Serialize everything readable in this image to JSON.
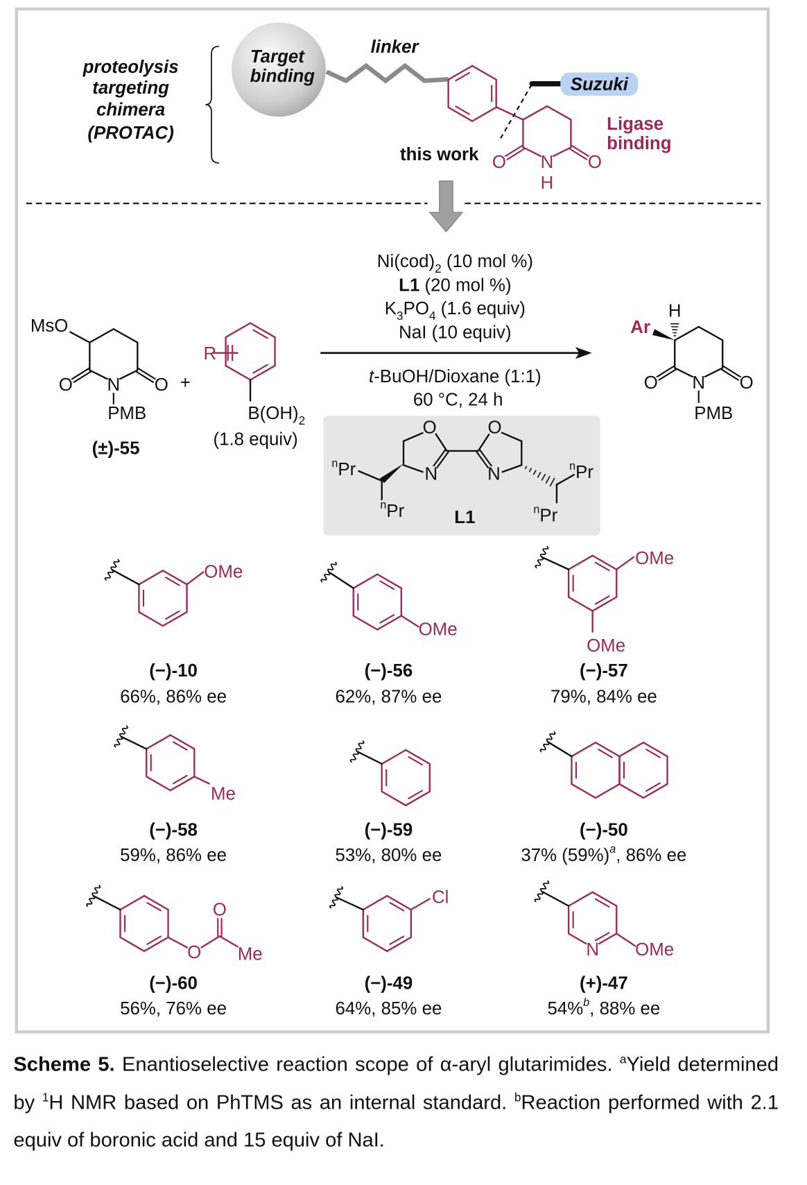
{
  "header": {
    "protac_lines": [
      "proteolysis",
      "targeting",
      "chimera",
      "(PROTAC)"
    ],
    "target_binding": [
      "Target",
      "binding"
    ],
    "linker": "linker",
    "suzuki": "Suzuki",
    "ligase_binding": [
      "Ligase",
      "binding"
    ],
    "this_work": "this work",
    "atoms": {
      "O": "O",
      "N": "N",
      "H": "H"
    }
  },
  "reaction": {
    "reactant_leaving": "MsO",
    "pmb": "PMB",
    "reactant_label": "(±)-55",
    "plus": "+",
    "r_group": "R",
    "boronic": "B(OH)",
    "boronic_sub": "2",
    "boronic_equiv": "(1.8 equiv)",
    "conditions": {
      "line1": {
        "a": "Ni(cod)",
        "sub": "2",
        "b": " (10 mol %)"
      },
      "line2": {
        "bold": "L1",
        "b": " (20 mol %)"
      },
      "line3": {
        "a": "K",
        "sub1": "3",
        "b": "PO",
        "sub2": "4",
        "c": " (1.6 equiv)"
      },
      "line4": "NaI (10 equiv)",
      "solvent": {
        "italic": "t",
        "b": "-BuOH/Dioxane (1:1)"
      },
      "temp_time": "60 °C, 24 h"
    },
    "ligand": {
      "O": "O",
      "N": "N",
      "n": "n",
      "Pr": "Pr",
      "label": "L1"
    },
    "product": {
      "ar": "Ar",
      "h": "H"
    }
  },
  "compounds": [
    {
      "id": "(−)-10",
      "yield": "66%, 86% ee",
      "subs": [
        "OMe"
      ]
    },
    {
      "id": "(−)-56",
      "yield": "62%, 87% ee",
      "subs": [
        "OMe"
      ]
    },
    {
      "id": "(−)-57",
      "yield": "79%, 84% ee",
      "subs": [
        "OMe",
        "OMe"
      ]
    },
    {
      "id": "(−)-58",
      "yield": "59%, 86% ee",
      "subs": [
        "Me"
      ]
    },
    {
      "id": "(−)-59",
      "yield": "53%, 80% ee",
      "subs": []
    },
    {
      "id": "(−)-50",
      "yield_pre": "37% (59%)",
      "yield_sup": "a",
      "yield_post": ", 86% ee",
      "subs": []
    },
    {
      "id": "(−)-60",
      "yield": "56%, 76% ee",
      "subs": [
        "O",
        "O",
        "Me"
      ]
    },
    {
      "id": "(−)-49",
      "yield": "64%, 85% ee",
      "subs": [
        "Cl"
      ]
    },
    {
      "id": "(+)-47",
      "yield_pre": "54%",
      "yield_sup": "b",
      "yield_post": ", 88% ee",
      "subs": [
        "N",
        "OMe"
      ]
    }
  ],
  "caption": {
    "label": "Scheme 5.",
    "t1": " Enantioselective reaction scope of α-aryl glutarimides. ",
    "sup_a": "a",
    "t2": "Yield determined by ",
    "sup_1": "1",
    "t3": "H NMR based on PhTMS as an internal standard. ",
    "sup_b": "b",
    "t4": "Reaction performed with 2.1 equiv of boronic acid and 15 equiv of NaI."
  },
  "colors": {
    "accent": "#9b2a5a",
    "suzuki_bg": "#b9d3f2",
    "frame": "#cccccc",
    "ligand_bg": "#e6e6e6",
    "arrow": "#9a9a9a"
  }
}
